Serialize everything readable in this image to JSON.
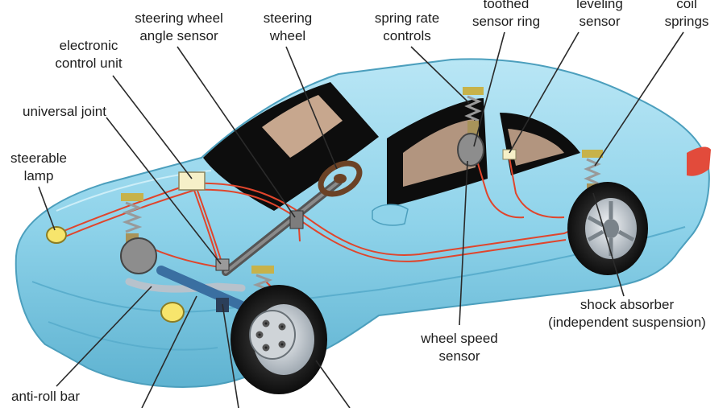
{
  "labels": {
    "steering_wheel_angle_sensor": [
      "steering wheel",
      "angle sensor"
    ],
    "steering_wheel": [
      "steering",
      "wheel"
    ],
    "spring_rate_controls": [
      "spring rate",
      "controls"
    ],
    "toothed_sensor_ring": [
      "toothed",
      "sensor ring"
    ],
    "leveling_sensor": [
      "leveling",
      "sensor"
    ],
    "coil_springs": [
      "coil",
      "springs"
    ],
    "electronic_control_unit": [
      "electronic",
      "control unit"
    ],
    "universal_joint": [
      "universal joint"
    ],
    "steerable_lamp": [
      "steerable",
      "lamp"
    ],
    "shock_absorber": [
      "shock absorber",
      "(independent suspension)"
    ],
    "wheel_speed_sensor": [
      "wheel speed",
      "sensor"
    ],
    "anti_roll_bar": [
      "anti-roll bar"
    ]
  },
  "colors": {
    "car_body": "#8fd3ea",
    "car_shadow": "#5fb3d1",
    "glass": "#0d0d0d",
    "interior": "#e9c3a6",
    "wiring": "#e0452c",
    "leader_line": "#2a2a2a"
  }
}
